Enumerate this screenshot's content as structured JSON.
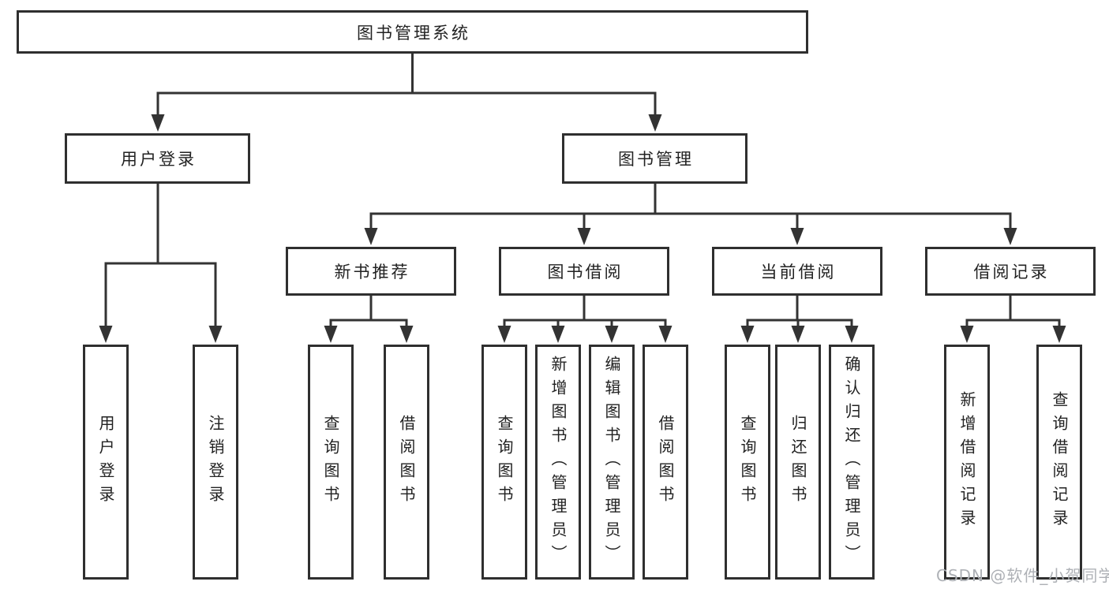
{
  "diagram": {
    "root": {
      "label": "图书管理系统"
    },
    "level2": {
      "user_login": {
        "label": "用户登录"
      },
      "book_management": {
        "label": "图书管理"
      }
    },
    "level3": {
      "new_book_recommend": {
        "label": "新书推荐"
      },
      "book_borrowing": {
        "label": "图书借阅"
      },
      "current_borrowing": {
        "label": "当前借阅"
      },
      "borrowing_records": {
        "label": "借阅记录"
      }
    },
    "leaves": {
      "user_login": [
        "用户登录",
        "注销登录"
      ],
      "new_book_recommend": [
        "查询图书",
        "借阅图书"
      ],
      "book_borrowing": [
        "查询图书",
        "新增图书（管理员）",
        "编辑图书（管理员）",
        "借阅图书"
      ],
      "current_borrowing": [
        "查询图书",
        "归还图书",
        "确认归还（管理员）"
      ],
      "borrowing_records": [
        "新增借阅记录",
        "查询借阅记录"
      ]
    }
  },
  "watermark": {
    "text": "CSDN @软件_小贺同学"
  },
  "colors": {
    "line": "#333333",
    "box_border": "#2f2f2f",
    "text": "#222222",
    "watermark": "#aeb1b6"
  }
}
